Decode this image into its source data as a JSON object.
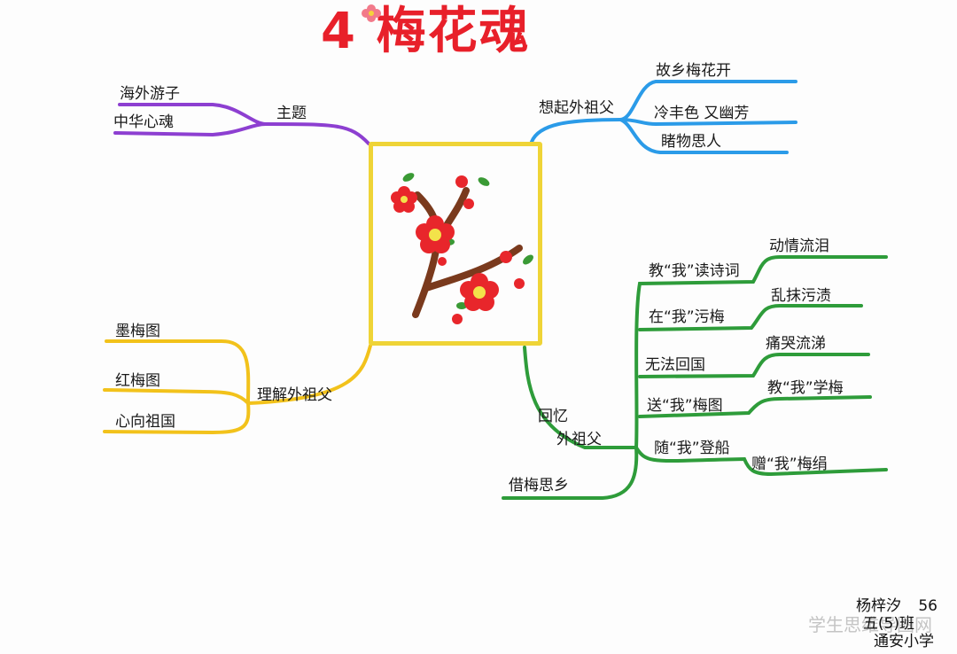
{
  "title": "4 梅花魂",
  "center_image": "plum-blossom-branch",
  "branches": {
    "theme": {
      "label": "主题",
      "color": "#8d3fd1",
      "items": [
        "海外游子",
        "中华心魂"
      ]
    },
    "recall_grandpa": {
      "label": "想起外祖父",
      "color": "#2b9be8",
      "items": [
        "故乡梅花开",
        "冷丰色 又幽芳",
        "睹物思人"
      ]
    },
    "understand_grandpa": {
      "label": "理解外祖父",
      "color": "#f2c21b",
      "items": [
        "墨梅图",
        "红梅图",
        "心向祖国"
      ]
    },
    "remember_grandpa": {
      "label_top": "回忆",
      "label_bottom": "外祖父",
      "color": "#2e9c3a",
      "items": [
        {
          "text": "教“我”读诗词",
          "sub": "动情流泪"
        },
        {
          "text": "在“我”污梅",
          "sub": "乱抹污渍"
        },
        {
          "text": "无法回国",
          "sub": "痛哭流涕"
        },
        {
          "text": "送“我”梅图",
          "sub": "教“我”学梅"
        },
        {
          "text": "随“我”登船",
          "sub": "赠“我”梅绢"
        }
      ],
      "extra": "借梅思乡"
    }
  },
  "signature": {
    "name": "杨梓汐",
    "number": "56",
    "class": "五(5)班",
    "school": "通安小学"
  },
  "watermark": "学生思维导图网"
}
